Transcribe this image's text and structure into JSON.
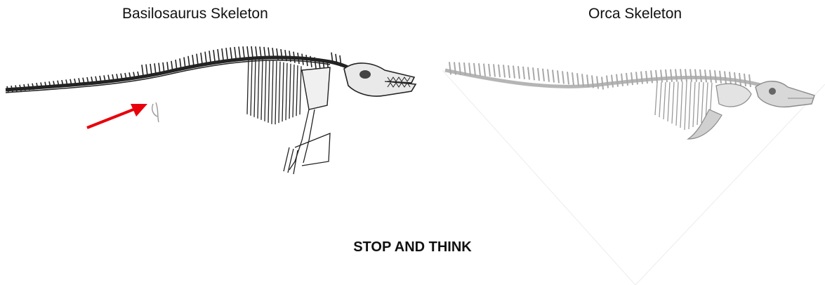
{
  "panels": {
    "left": {
      "title": "Basilosaurus Skeleton",
      "annotation": "red-arrow",
      "arrow_color": "#e8000b"
    },
    "right": {
      "title": "Orca Skeleton"
    }
  },
  "footer": {
    "text": "STOP AND THINK"
  }
}
